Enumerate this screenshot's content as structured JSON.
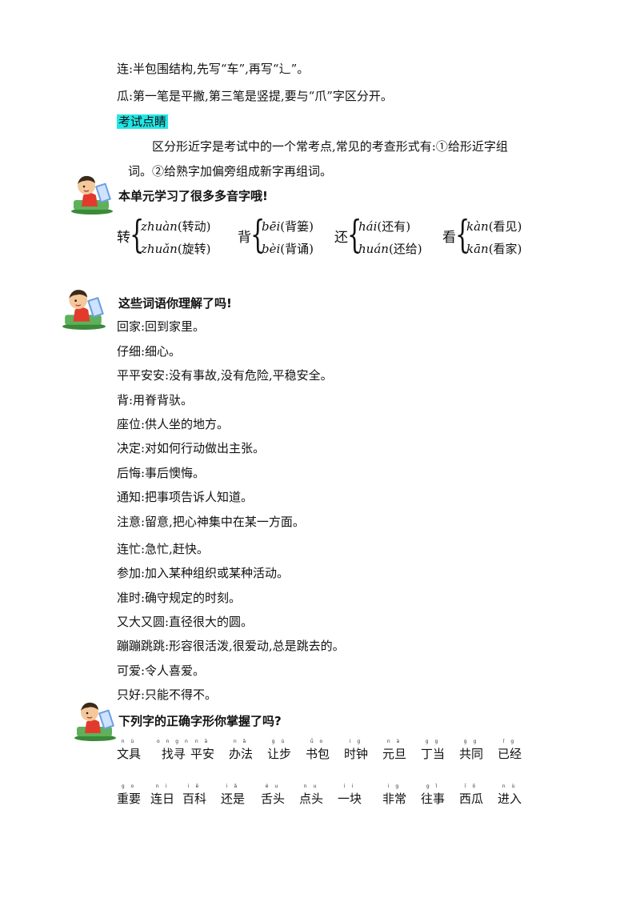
{
  "top_notes": [
    "连:半包围结构,先写“车”,再写“辶”。",
    "瓜:第一笔是平撇,第三笔是竖提,要与“爪”字区分开。"
  ],
  "exam_tip": {
    "label": "考试点睛",
    "line1": "区分形近字是考试中的一个常考点,常见的考查形式有:①给形近字组",
    "line2": "词。②给熟字加偏旁组成新字再组词。"
  },
  "polyphone_section": {
    "heading": "本单元学习了很多多音字哦!",
    "items": [
      {
        "char": "转",
        "r1_py": "zhuàn",
        "r1_word": "(转动)",
        "r2_py": "zhuǎn",
        "r2_word": "(旋转)"
      },
      {
        "char": "背",
        "r1_py": "bēi",
        "r1_word": "(背篓)",
        "r2_py": "bèi",
        "r2_word": "(背诵)"
      },
      {
        "char": "还",
        "r1_py": "hái",
        "r1_word": "(还有)",
        "r2_py": "huán",
        "r2_word": "(还给)"
      },
      {
        "char": "看",
        "r1_py": "kàn",
        "r1_word": "(看见)",
        "r2_py": "kān",
        "r2_word": "(看家)"
      }
    ]
  },
  "vocab_section": {
    "heading": "这些词语你理解了吗!",
    "items": [
      "回家:回到家里。",
      "仔细:细心。",
      "平平安安:没有事故,没有危险,平稳安全。",
      "背:用脊背驮。",
      "座位:供人坐的地方。",
      "决定:对如何行动做出主张。",
      "后悔:事后懊悔。",
      "通知:把事项告诉人知道。",
      "注意:留意,把心神集中在某一方面。",
      "连忙:急忙,赶快。",
      "参加:加入某种组织或某种活动。",
      "准时:确守规定的时刻。",
      "又大又圆:直径很大的圆。",
      "蹦蹦跳跳:形容很活泼,很爱动,总是跳去的。",
      "可爱:令人喜爱。",
      "只好:只能不得不。"
    ]
  },
  "glyph_section": {
    "heading": "下列字的正确字形你掌握了吗?",
    "row1": [
      {
        "pin": "n ù",
        "word": "文具"
      },
      {
        "pin": "o n g n",
        "word": "找寻"
      },
      {
        "pin": "n ā",
        "word": "平安"
      },
      {
        "pin": "n ǎ",
        "word": "办法"
      },
      {
        "pin": "g ù",
        "word": "让步"
      },
      {
        "pin": "ǚ o",
        "word": "书包"
      },
      {
        "pin": "i g",
        "word": "时钟"
      },
      {
        "pin": "n à",
        "word": "元旦"
      },
      {
        "pin": "g g",
        "word": "丁当"
      },
      {
        "pin": "g g",
        "word": "共同"
      },
      {
        "pin": "ǐ g",
        "word": "已经"
      }
    ],
    "row2": [
      {
        "pin": "g o",
        "word": "重要"
      },
      {
        "pin": "n i",
        "word": "连日"
      },
      {
        "pin": "i ē",
        "word": "百科"
      },
      {
        "pin": "i ǎ",
        "word": "还是"
      },
      {
        "pin": "é u",
        "word": "舌头"
      },
      {
        "pin": "n u",
        "word": "点头"
      },
      {
        "pin": "i i",
        "word": "一块"
      },
      {
        "pin": "i g",
        "word": "非常"
      },
      {
        "pin": "g ǐ",
        "word": "往事"
      },
      {
        "pin": "ī ō",
        "word": "西瓜"
      },
      {
        "pin": "n ù",
        "word": "进入"
      }
    ]
  }
}
